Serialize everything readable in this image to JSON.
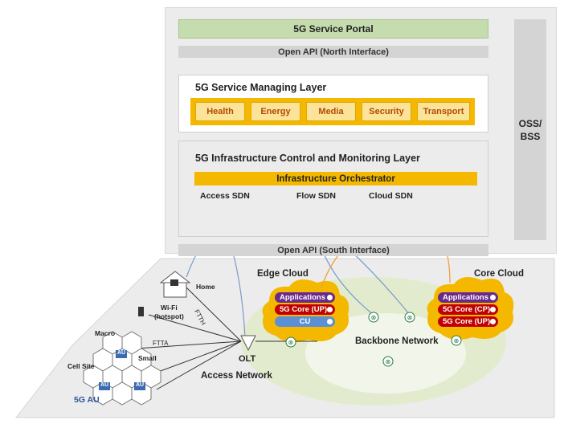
{
  "portal": {
    "title": "5G Service Portal"
  },
  "north_api": {
    "label": "Open API (North Interface)"
  },
  "south_api": {
    "label": "Open API (South Interface)"
  },
  "managing_layer": {
    "title": "5G Service Managing Layer",
    "services": [
      "Health",
      "Energy",
      "Media",
      "Security",
      "Transport"
    ]
  },
  "control_layer": {
    "title": "5G Infrastructure Control and Monitoring Layer",
    "orchestrator": "Infrastructure Orchestrator",
    "sdn": [
      "Access SDN",
      "Flow SDN",
      "Cloud SDN"
    ]
  },
  "oss": {
    "line1": "OSS/",
    "line2": "BSS"
  },
  "edge_cloud": {
    "title": "Edge Cloud",
    "items": [
      {
        "label": "Applications",
        "color": "#6a2a8a"
      },
      {
        "label": "5G Core (UP)",
        "color": "#c00000"
      },
      {
        "label": "CU",
        "color": "#5b8fd6"
      }
    ]
  },
  "core_cloud": {
    "title": "Core Cloud",
    "items": [
      {
        "label": "Applications",
        "color": "#6a2a8a"
      },
      {
        "label": "5G Core (CP)",
        "color": "#c00000"
      },
      {
        "label": "5G Core (UP)",
        "color": "#c00000"
      }
    ]
  },
  "network": {
    "backbone": "Backbone Network",
    "olt": "OLT",
    "access": "Access Network",
    "home": "Home",
    "wifi_line1": "Wi-Fi",
    "wifi_line2": "(hotspot)",
    "ftth": "FTTH",
    "ftta": "FTTA",
    "macro": "Macro",
    "small": "Small",
    "cell_site": "Cell Site",
    "au": "AU",
    "five_g_au": "5G AU"
  },
  "colors": {
    "orange": "#f5b800",
    "edge_link": "#7a9cc6",
    "cloud_link": "#f0a040",
    "cloud_fill": "#f5b800"
  }
}
